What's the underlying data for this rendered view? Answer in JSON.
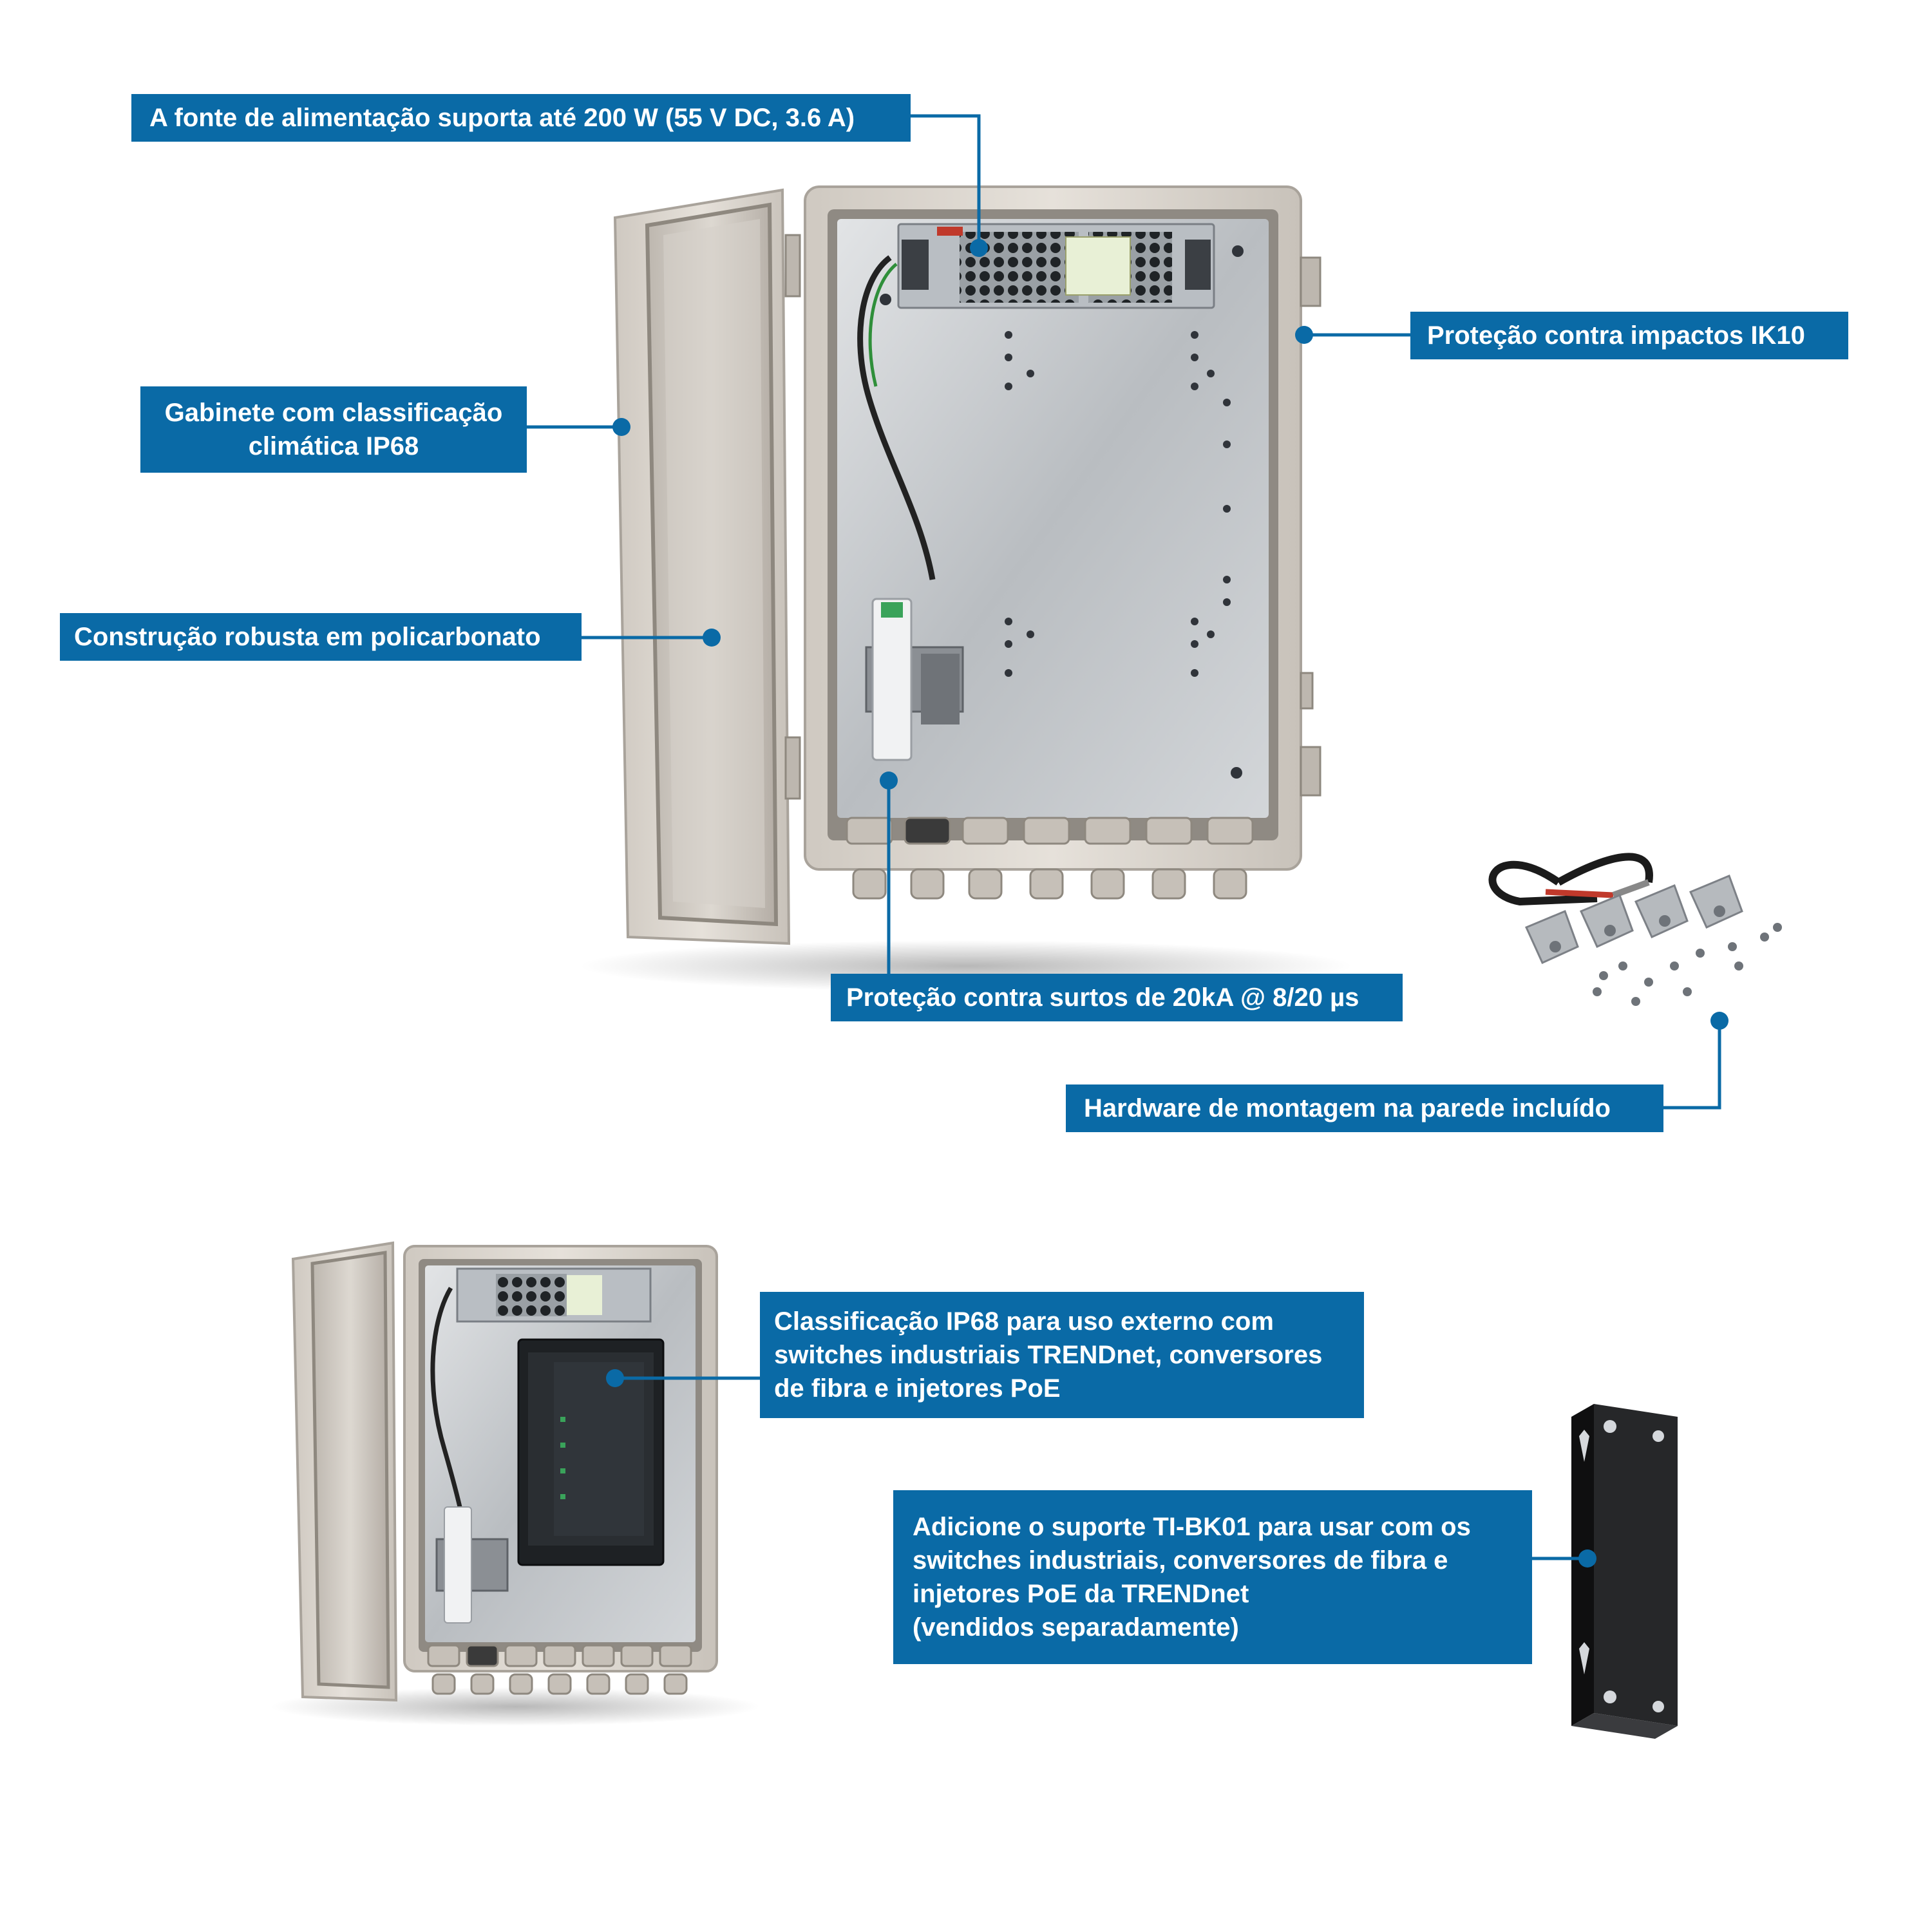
{
  "colors": {
    "callout_blue": "#0a6aa6",
    "enclosure_plastic": "#d9d4cd",
    "backplate_metal": "#c7cacd",
    "label_text": "#ffffff"
  },
  "callouts": {
    "power_supply": {
      "lines": [
        "A fonte de alimentação suporta até 200 W (55 V DC, 3.6 A)"
      ]
    },
    "impact_protection": {
      "lines": [
        "Proteção contra impactos IK10"
      ]
    },
    "weather_rating": {
      "lines": [
        "Gabinete com classificação",
        "climática IP68"
      ]
    },
    "polycarbonate": {
      "lines": [
        "Construção robusta em policarbonato"
      ]
    },
    "surge_protection": {
      "lines": [
        "Proteção contra surtos de 20kA @ 8/20 µs"
      ]
    },
    "mounting_hardware": {
      "lines": [
        "Hardware de montagem na parede incluído"
      ]
    },
    "outdoor_use": {
      "lines": [
        "Classificação IP68 para uso externo com",
        "switches industriais TRENDnet, conversores",
        "de fibra e injetores PoE"
      ]
    },
    "bracket": {
      "lines": [
        "Adicione o suporte TI-BK01 para usar com os",
        "switches industriais, conversores de fibra e",
        "injetores PoE da TRENDnet",
        "(vendidos separadamente)"
      ]
    }
  }
}
